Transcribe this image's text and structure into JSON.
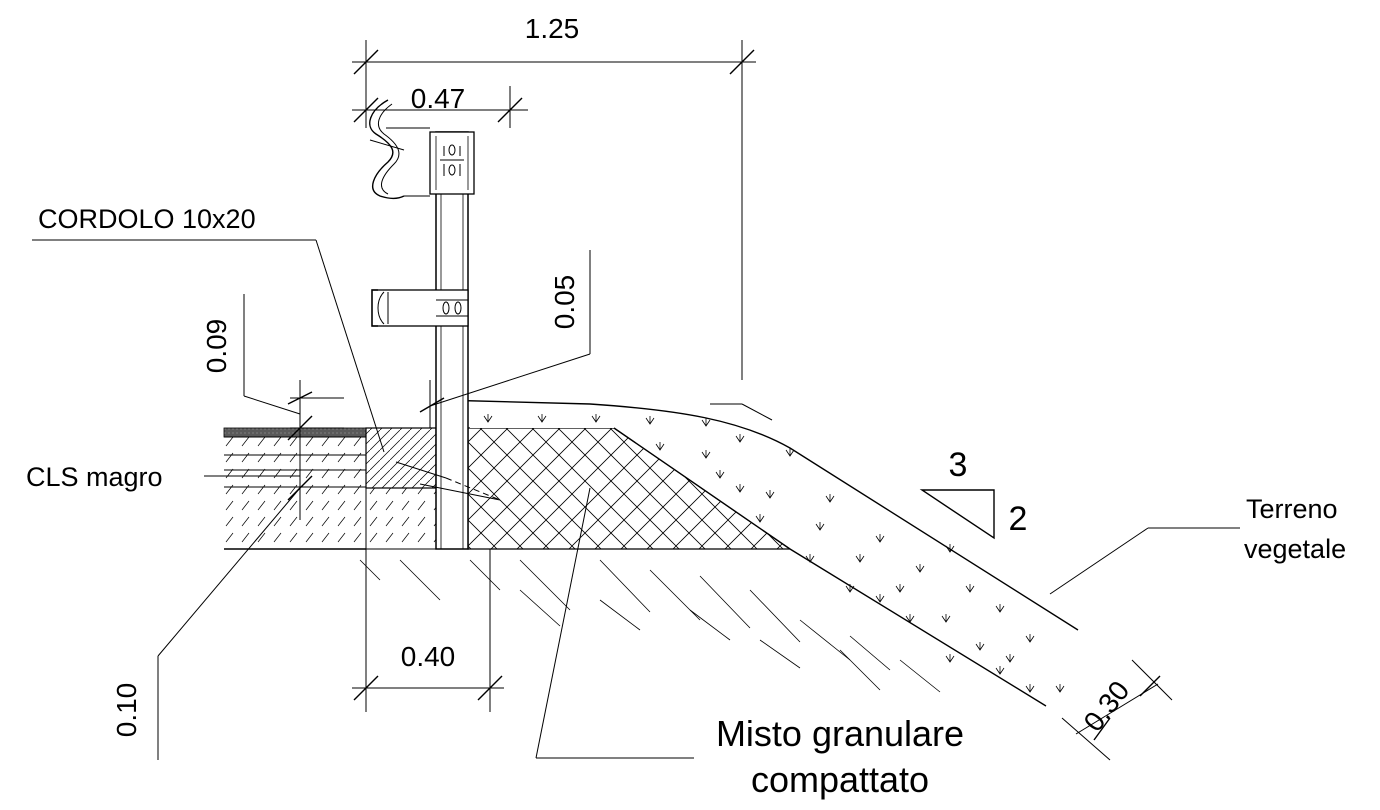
{
  "labels": {
    "cordolo": "CORDOLO 10x20",
    "cls_magro": "CLS magro",
    "misto_line1": "Misto granulare",
    "misto_line2": "compattato",
    "terreno_line1": "Terreno",
    "terreno_line2": "vegetale"
  },
  "dimensions": {
    "d125": "1.25",
    "d047": "0.47",
    "d005": "0.05",
    "d009": "0.09",
    "d040": "0.40",
    "d010": "0.10",
    "d030": "0.30"
  },
  "slope": {
    "run": "3",
    "rise": "2"
  },
  "colors": {
    "ink": "#000000",
    "asphalt": "#555555",
    "paper": "#ffffff"
  }
}
